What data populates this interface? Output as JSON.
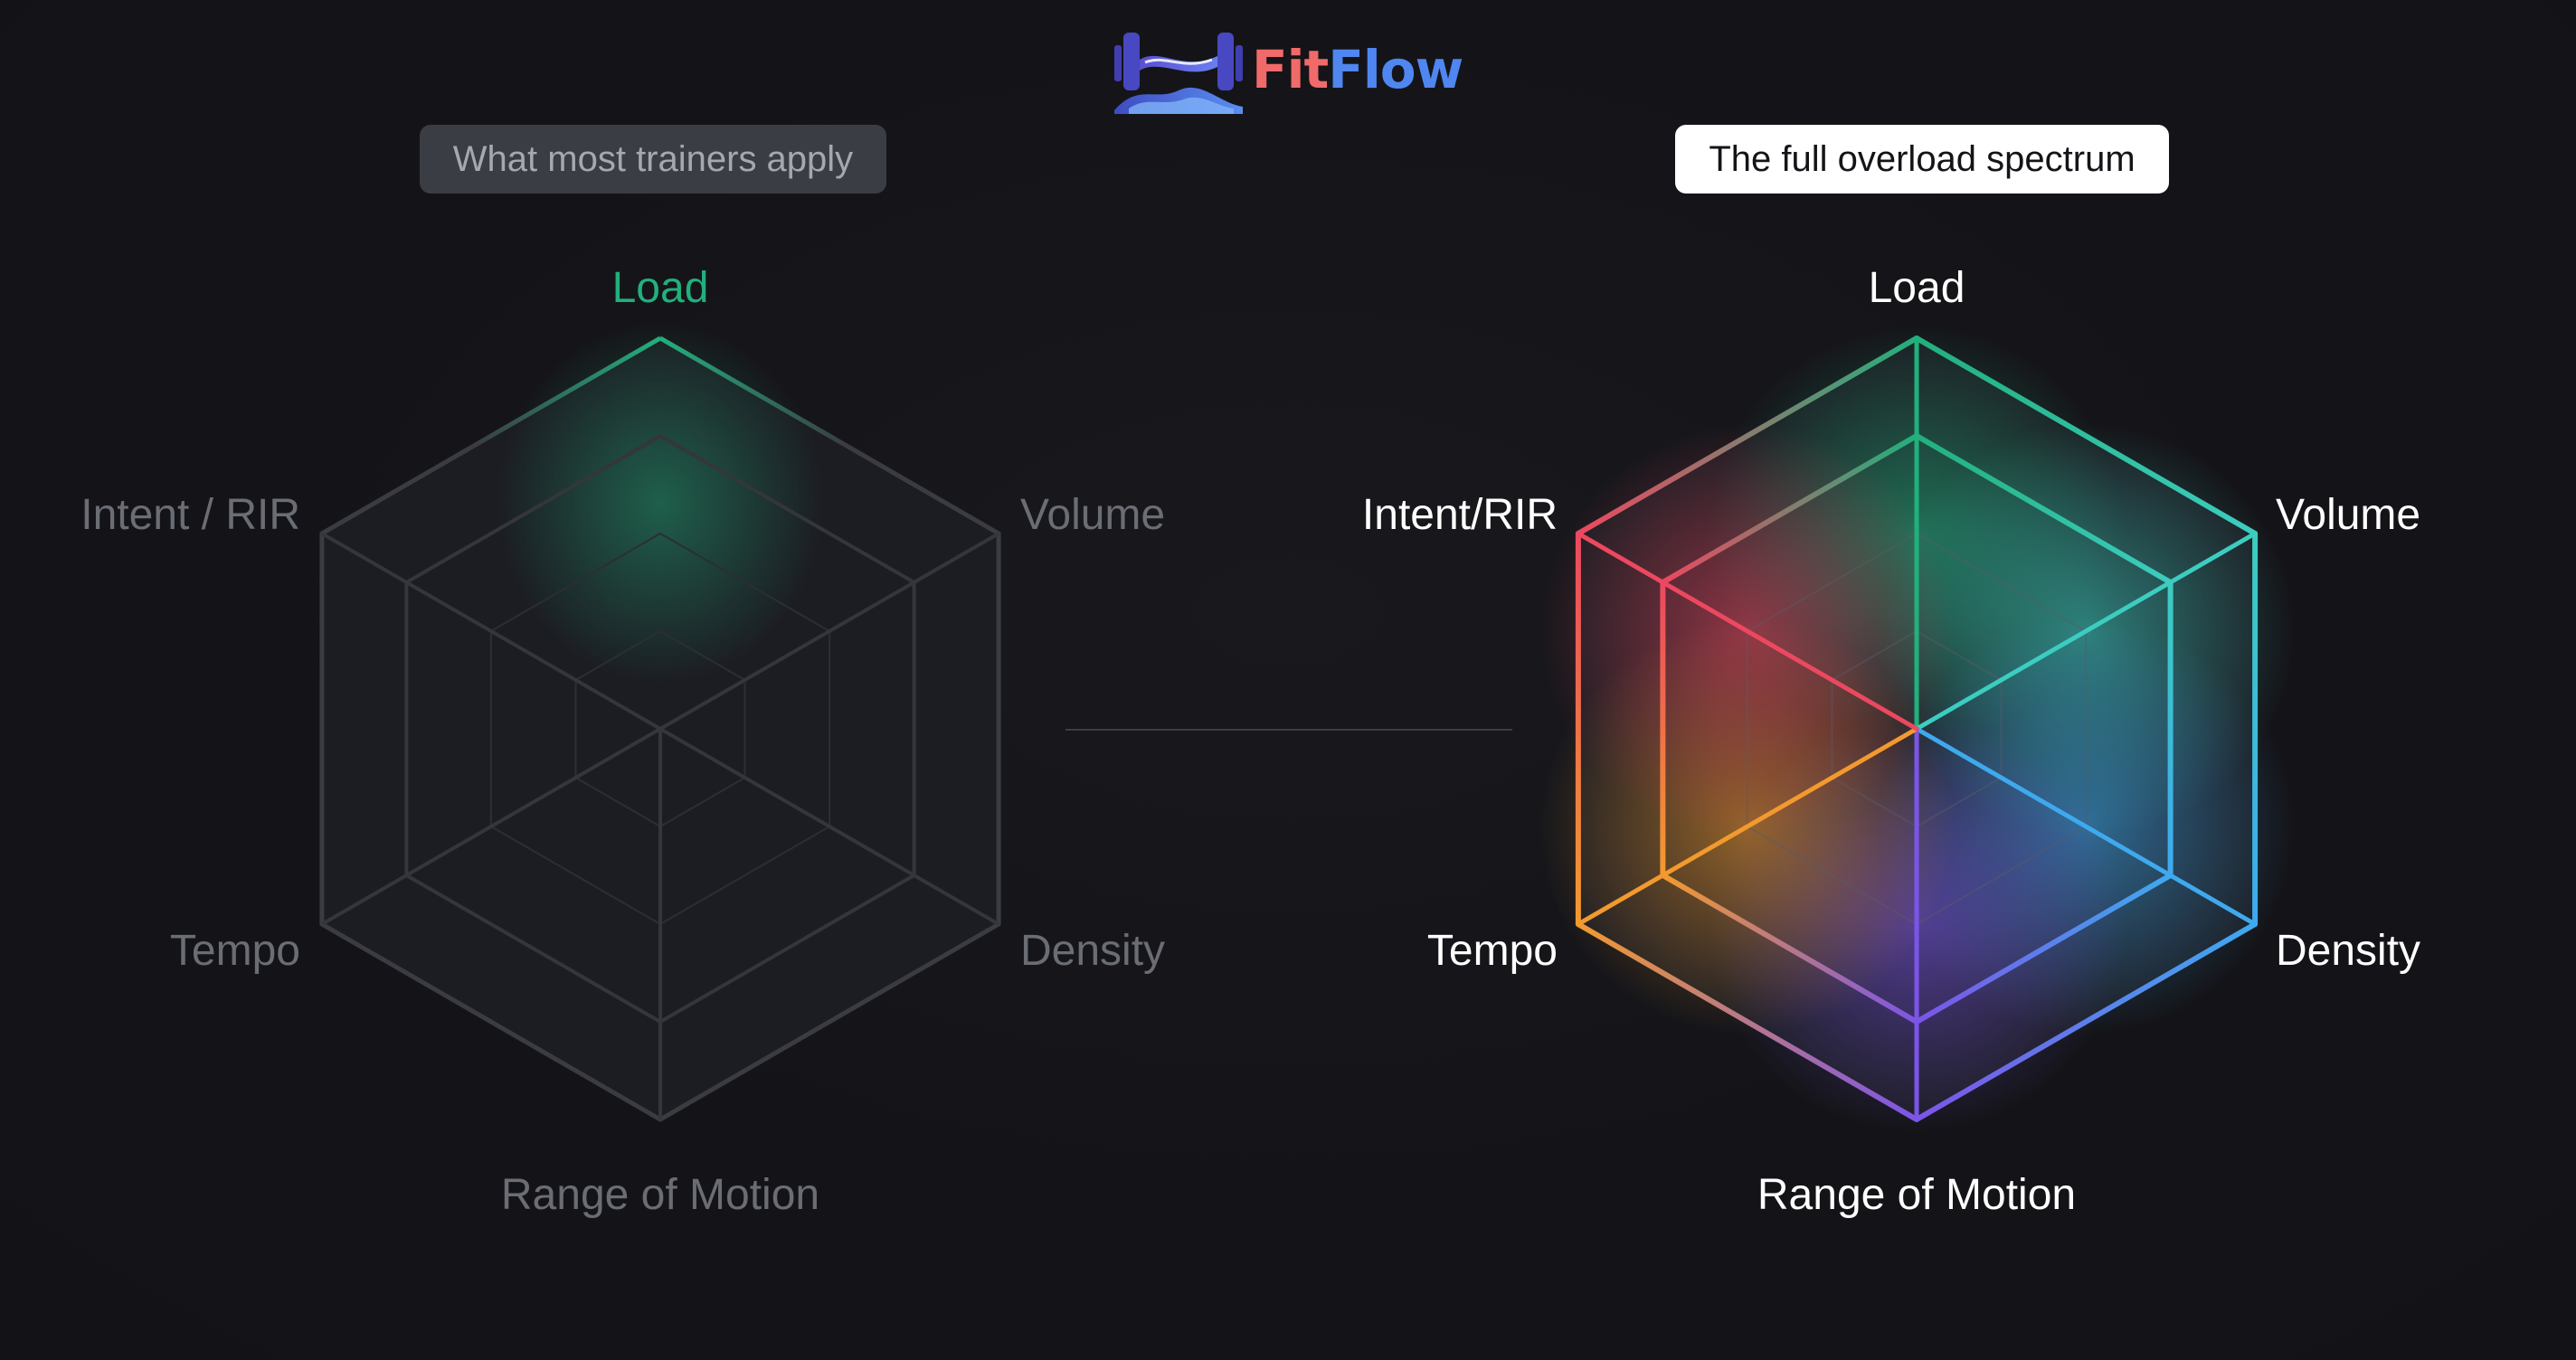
{
  "brand": {
    "name_part1": "Fit",
    "name_part2": "Flow",
    "logo_icon": "dumbbell-wave-icon",
    "colors": {
      "fit": "#f06a6a",
      "flow": "#4f86f0"
    }
  },
  "left_panel": {
    "pill_label": "What most trainers apply",
    "axes": [
      "Load",
      "Volume",
      "Density",
      "Range of Motion",
      "Tempo",
      "Intent / RIR"
    ],
    "values": [
      1,
      0,
      0,
      0,
      0,
      0
    ],
    "highlight_axis": "Load",
    "highlight_color": "#22b07d"
  },
  "right_panel": {
    "pill_label": "The full overload spectrum",
    "axes": [
      "Load",
      "Volume",
      "Density",
      "Range of Motion",
      "Tempo",
      "Intent/RIR"
    ],
    "values": [
      0.75,
      0.75,
      0.75,
      0.75,
      0.75,
      0.75
    ],
    "axis_colors": [
      "#22b07d",
      "#3ccdc0",
      "#3fa9ee",
      "#7b55e8",
      "#f29a2e",
      "#ec4860"
    ]
  },
  "chart_data": {
    "type": "radar",
    "panels": [
      {
        "title": "What most trainers apply",
        "axes": [
          "Load",
          "Volume",
          "Density",
          "Range of Motion",
          "Tempo",
          "Intent / RIR"
        ],
        "values": [
          1,
          0,
          0,
          0,
          0,
          0
        ]
      },
      {
        "title": "The full overload spectrum",
        "axes": [
          "Load",
          "Volume",
          "Density",
          "Range of Motion",
          "Tempo",
          "Intent/RIR"
        ],
        "values": [
          0.75,
          0.75,
          0.75,
          0.75,
          0.75,
          0.75
        ]
      }
    ],
    "grid_levels": 4,
    "range": [
      0,
      1
    ]
  }
}
